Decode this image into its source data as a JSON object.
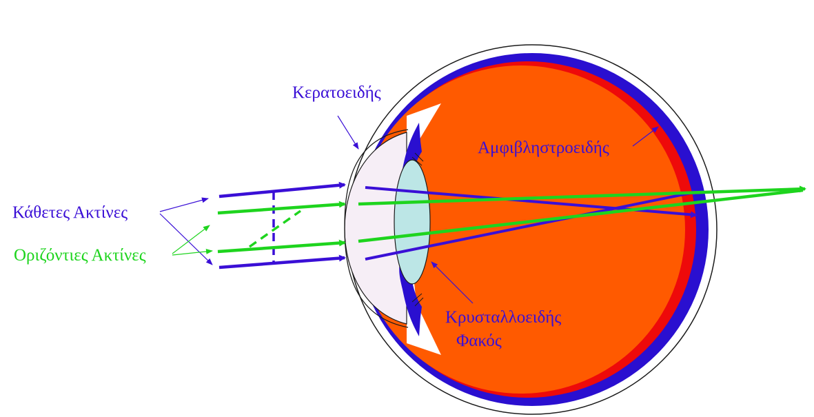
{
  "colors": {
    "blue": "#3a0fd6",
    "green": "#1ed41e",
    "vitreous": "#ff5a00",
    "choroid": "#ee0a0a",
    "sclera": "#2a0fd0",
    "cornea_fill": "#f6eef6",
    "lens_fill": "#bce6e6",
    "outline": "#1a1a1a"
  },
  "labels": {
    "cornea": "Κερατοειδής",
    "retina": "Αμφιβληστροειδής",
    "lens_line1": "Κρυσταλλοειδής",
    "lens_line2": "Φακός",
    "vertical_rays": "Κάθετες Ακτίνες",
    "horizontal_rays": "Οριζόντιες Ακτίνες"
  }
}
